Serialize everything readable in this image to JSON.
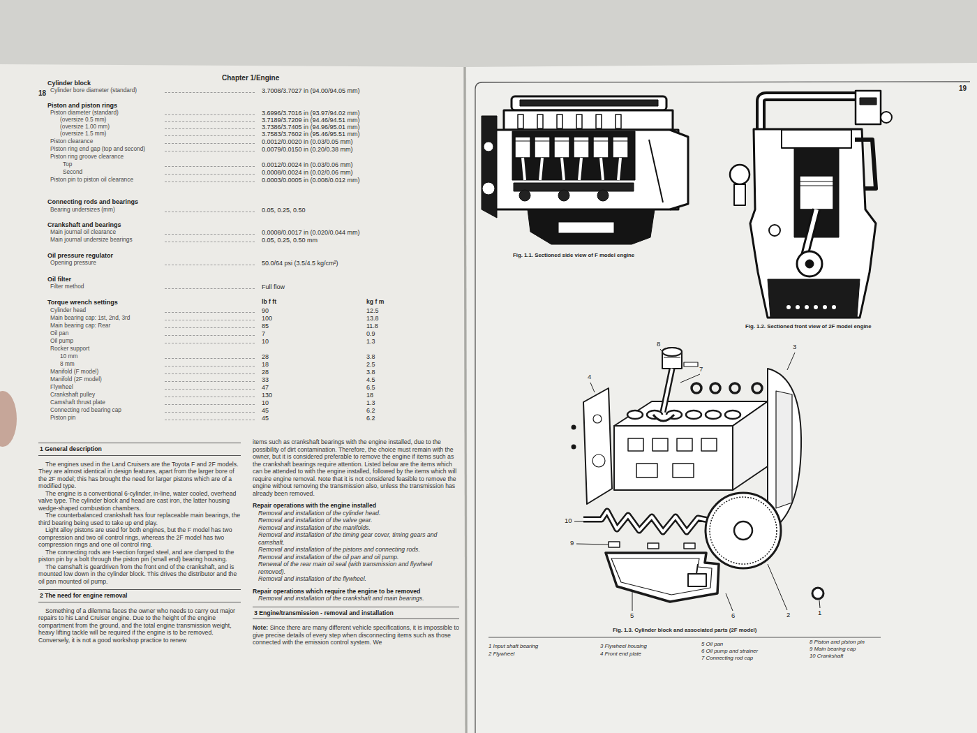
{
  "diagram": {
    "title": "Chapter 1/Engine",
    "labels": [
      "18",
      "Cylinder block",
      "Cylinder bore diameter (standard)",
      "3.7008/3.7027 in (94.00/94.05 mm)",
      "Piston and piston rings",
      "Piston diameter (standard)",
      "3.6996/3.7016 in (93.97/94.02 mm)",
      "(oversize 0.5 mm)",
      "3.7189/3.7209 in (94.46/94.51 mm)",
      "(oversize 1.00 mm)",
      "3.7386/3.7405 in (94.96/95.01 mm)",
      "(oversize 1.5 mm)",
      "3.7583/3.7602 in (95.46/95.51 mm)",
      "Piston clearance",
      "0.0012/0.0020 in (0.03/0.05 mm)",
      "Piston ring end gap (top and second)",
      "0.0079/0.0150 in (0.20/0.38 mm)",
      "Piston ring groove clearance",
      "Top",
      "0.0012/0.0024 in (0.03/0.06 mm)",
      "Second",
      "0.0008/0.0024 in (0.02/0.06 mm)",
      "Piston pin to piston oil clearance",
      "0.0003/0.0005 in (0.008/0.012 mm)",
      "Connecting rods and bearings",
      "Bearing undersizes (mm)",
      "0.05, 0.25, 0.50",
      "Crankshaft and bearings",
      "Main journal oil clearance",
      "0.0008/0.0017 in (0.020/0.044 mm)",
      "Main journal undersize bearings",
      "0.05, 0.25, 0.50 mm",
      "Oil pressure regulator",
      "Opening pressure",
      "50.0/64 psi (3.5/4.5 kg/cm²)",
      "Oil filter",
      "Filter method",
      "Full flow",
      "Torque wrench settings",
      "lb f ft",
      "kg f m",
      "Cylinder head",
      "90",
      "12.5",
      "Main bearing cap: 1st, 2nd, 3rd",
      "100",
      "13.8",
      "Main bearing cap: Rear",
      "85",
      "11.8",
      "Oil pan",
      "7",
      "0.9",
      "Oil pump",
      "10",
      "1.3",
      "Rocker support",
      "10 mm",
      "28",
      "3.8",
      "8 mm",
      "18",
      "2.5",
      "Manifold (F model)",
      "28",
      "3.8",
      "Manifold (2F model)",
      "33",
      "4.5",
      "Flywheel",
      "47",
      "6.5",
      "Crankshaft pulley",
      "130",
      "18",
      "Camshaft thrust plate",
      "10",
      "1.3",
      "Connecting rod bearing cap",
      "45",
      "6.2",
      "Piston pin",
      "45",
      "6.2",
      "1 General description",
      "The engines used in the Land Cruisers are the Toyota F and 2F models. They are almost identical in design features, apart from the larger bore of the 2F model; this has brought the need for larger pistons which are of a modified type.",
      "The engine is a conventional 6-cylinder, in-line, water cooled, overhead valve type. The cylinder block and head are cast iron, the latter housing wedge-shaped combustion chambers.",
      "The counterbalanced crankshaft has four replaceable main bearings, the third bearing being used to take up end play.",
      "Light alloy pistons are used for both engines, but the F model has two compression and two oil control rings, whereas the 2F model has two compression rings and one oil control ring.",
      "The connecting rods are I-section forged steel, and are clamped to the piston pin by a bolt through the piston pin (small end) bearing housing.",
      "The camshaft is geardriven from the front end of the crankshaft, and is mounted low down in the cylinder block. This drives the distributor and the oil pan mounted oil pump.",
      "2 The need for engine removal",
      "Something of a dilemma faces the owner who needs to carry out major repairs to his Land Cruiser engine. Due to the height of the engine compartment from the ground, and the total engine transmission weight, heavy lifting tackle will be required if the engine is to be removed. Conversely, it is not a good workshop practice to renew",
      "items such as crankshaft bearings with the engine installed, due to the possibility of dirt contamination. Therefore, the choice must remain with the owner, but it is considered preferable to remove the engine if items such as the crankshaft bearings require attention. Listed below are the items which can be attended to with the engine installed, followed by the items which will require engine removal. Note that it is not considered feasible to remove the engine without removing the transmission also, unless the transmission has already been removed.",
      "Repair operations with the engine installed",
      "Removal and installation of the cylinder head.",
      "Removal and installation of the valve gear.",
      "Removal and installation of the manifolds.",
      "Removal and installation of the timing gear cover, timing gears and camshaft.",
      "Removal and installation of the pistons and connecting rods.",
      "Removal and installation of the oil pan and oil pump.",
      "Renewal of the rear main oil seal (with transmission and flywheel removed).",
      "Removal and installation of the flywheel.",
      "Repair operations which require the engine to be removed",
      "Removal and installation of the crankshaft and main bearings.",
      "3 Engine/transmission - removal and installation",
      "Note:",
      "Since there are many different vehicle specifications, it is impossible to give precise details of every step when disconnecting items such as those connected with the emission control system. We",
      "19",
      "Fig. 1.1. Sectioned side view of F model engine",
      "Fig. 1.2. Sectioned front view of 2F model engine",
      "8",
      "7",
      "4",
      "3",
      "10",
      "9",
      "5",
      "6",
      "2",
      "1",
      "Fig. 1.3. Cylinder block and associated parts (2F model)",
      "1 Input shaft bearing",
      "2 Flywheel",
      "3 Flywheel housing",
      "4 Front end plate",
      "5 Oil pan",
      "6 Oil pump and strainer",
      "7 Connecting rod cap",
      "8 Piston and piston pin",
      "9 Main bearing cap",
      "10 Crankshaft"
    ]
  }
}
